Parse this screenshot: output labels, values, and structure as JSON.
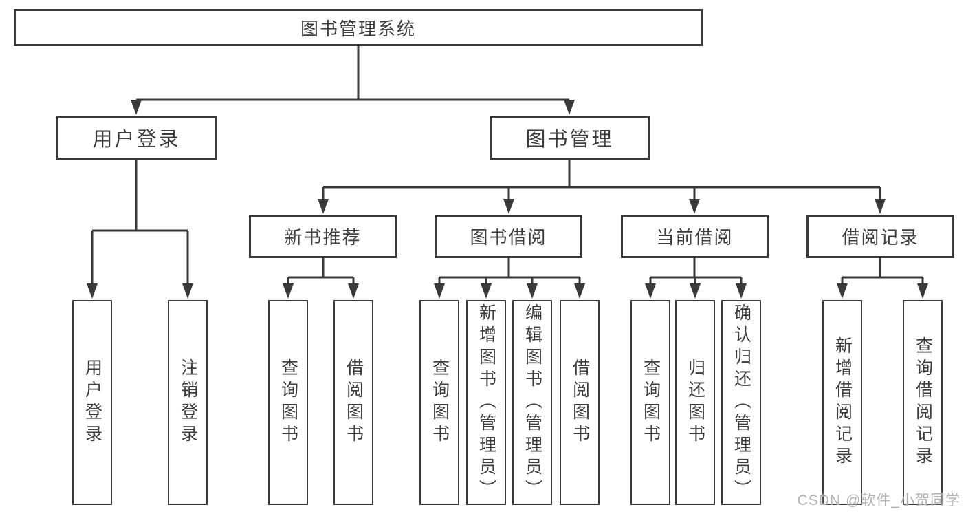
{
  "tree": {
    "label": "图书管理系统",
    "children": [
      {
        "label": "用户登录",
        "children": [
          {
            "label": "用户登录"
          },
          {
            "label": "注销登录"
          }
        ]
      },
      {
        "label": "图书管理",
        "children": [
          {
            "label": "新书推荐",
            "children": [
              {
                "label": "查询图书"
              },
              {
                "label": "借阅图书"
              }
            ]
          },
          {
            "label": "图书借阅",
            "children": [
              {
                "label": "查询图书"
              },
              {
                "label": "新增图书（管理员）"
              },
              {
                "label": "编辑图书（管理员）"
              },
              {
                "label": "借阅图书"
              }
            ]
          },
          {
            "label": "当前借阅",
            "children": [
              {
                "label": "查询图书"
              },
              {
                "label": "归还图书"
              },
              {
                "label": "确认归还（管理员）"
              }
            ]
          },
          {
            "label": "借阅记录",
            "children": [
              {
                "label": "新增借阅记录"
              },
              {
                "label": "查询借阅记录"
              }
            ]
          }
        ]
      }
    ]
  },
  "watermark": {
    "text": "CSDN @软件_小贺同学"
  },
  "colors": {
    "line": "#3a3a3a",
    "text": "#3d3d3d",
    "watermark": "#b3b3b3",
    "background": "#ffffff"
  }
}
